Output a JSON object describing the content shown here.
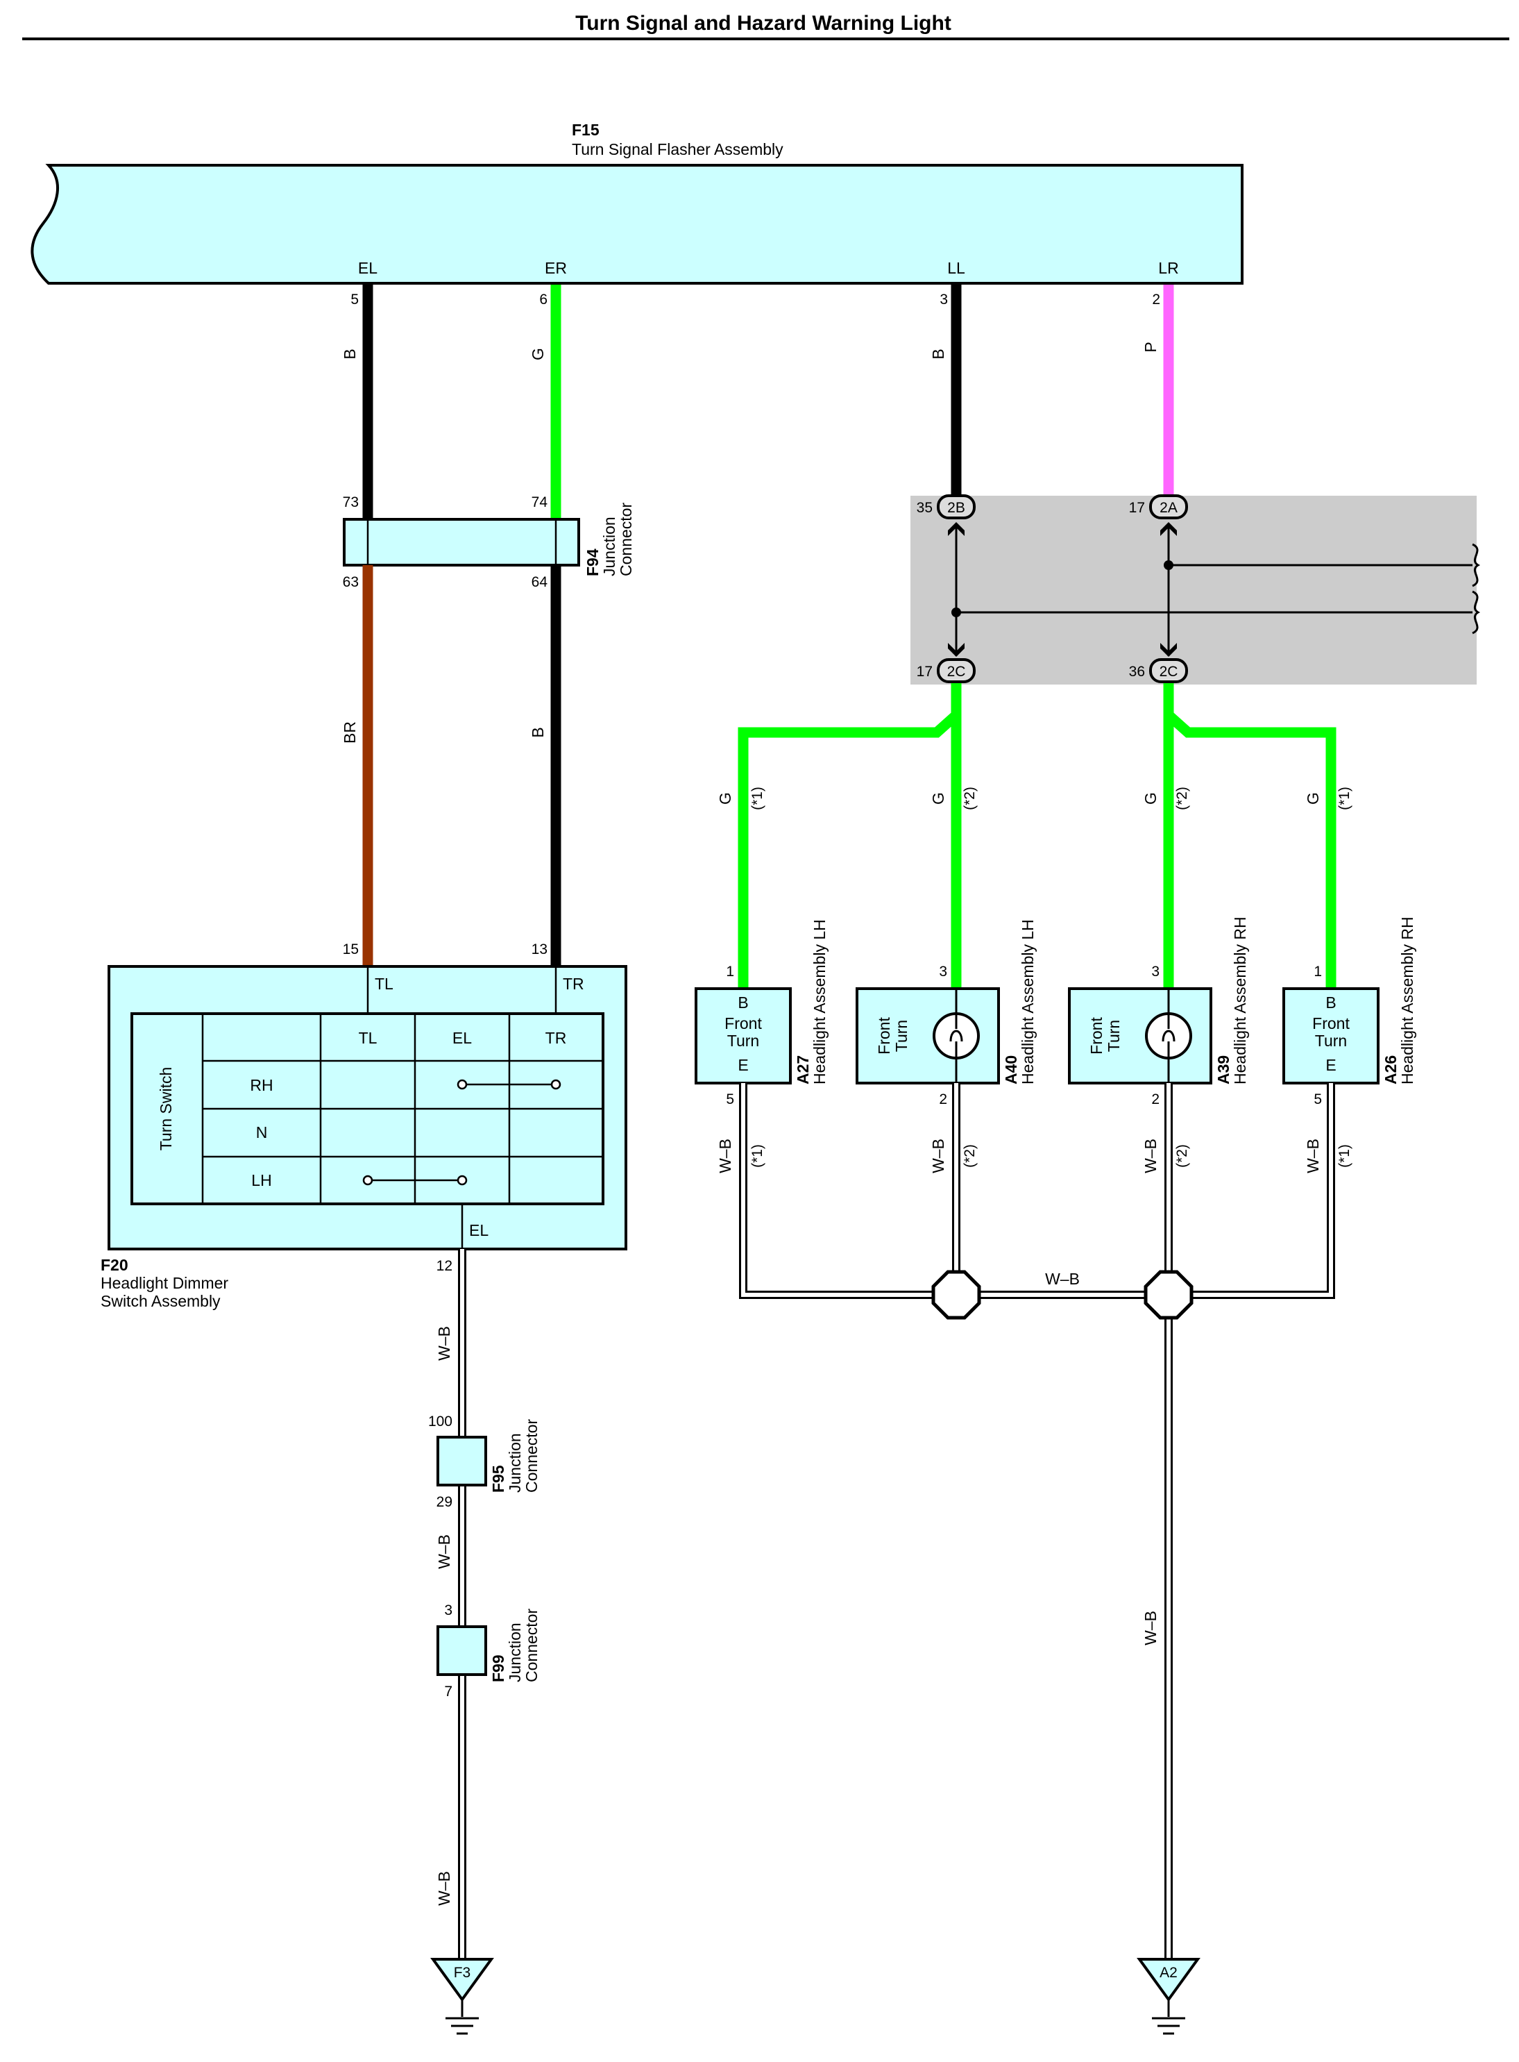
{
  "title": "Turn Signal and Hazard Warning Light",
  "colors": {
    "component_fill": "#ccffff",
    "wire_black": "#000000",
    "wire_green": "#00ff00",
    "wire_brown": "#993300",
    "wire_pink": "#ff66ff",
    "splice_box": "#cccccc",
    "ground_wire": "#ffffff"
  },
  "components": {
    "f15": {
      "code": "F15",
      "name": "Turn Signal Flasher Assembly",
      "terminals": [
        "EL",
        "ER",
        "LL",
        "LR"
      ],
      "pins": [
        "5",
        "6",
        "3",
        "2"
      ]
    },
    "f94": {
      "code": "F94",
      "name_line1": "Junction",
      "name_line2": "Connector",
      "pins_top": [
        "73",
        "74"
      ],
      "pins_bottom": [
        "63",
        "64"
      ]
    },
    "splice": {
      "pins_top": [
        "35",
        "17"
      ],
      "tags_top": [
        "2B",
        "2A"
      ],
      "pins_bottom": [
        "17",
        "36"
      ],
      "tags_bottom": [
        "2C",
        "2C"
      ]
    },
    "f20": {
      "code": "F20",
      "name_line1": "Headlight Dimmer",
      "name_line2": "Switch Assembly",
      "pins_top": [
        "15",
        "13"
      ],
      "terminals_top": [
        "TL",
        "TR"
      ],
      "switch_label": "Turn Switch",
      "table_header": [
        "TL",
        "EL",
        "TR"
      ],
      "table_rows": [
        "RH",
        "N",
        "LH"
      ],
      "terminal_bottom": "EL",
      "pin_bottom": "12"
    },
    "a27": {
      "code": "A27",
      "name": "Headlight Assembly LH",
      "line_b": "B",
      "line1": "Front",
      "line2": "Turn",
      "line_e": "E",
      "pin_top": "1",
      "pin_bottom": "5"
    },
    "a40": {
      "code": "A40",
      "name": "Headlight Assembly LH",
      "line1": "Front",
      "line2": "Turn",
      "pin_top": "3",
      "pin_bottom": "2"
    },
    "a39": {
      "code": "A39",
      "name": "Headlight Assembly RH",
      "line1": "Front",
      "line2": "Turn",
      "pin_top": "3",
      "pin_bottom": "2"
    },
    "a26": {
      "code": "A26",
      "name": "Headlight Assembly RH",
      "line_b": "B",
      "line1": "Front",
      "line2": "Turn",
      "line_e": "E",
      "pin_top": "1",
      "pin_bottom": "5"
    },
    "f95": {
      "code": "F95",
      "name_line1": "Junction",
      "name_line2": "Connector",
      "pin_top": "100",
      "pin_bottom": "29"
    },
    "f99": {
      "code": "F99",
      "name_line1": "Junction",
      "name_line2": "Connector",
      "pin_top": "3",
      "pin_bottom": "7"
    }
  },
  "grounds": [
    "F3",
    "A2"
  ],
  "wire_labels": {
    "el_top": "B",
    "er_top": "G",
    "ll_top": "B",
    "lr_top": "P",
    "tl": "BR",
    "tr": "B",
    "g": "G",
    "note1": "(*1)",
    "note2": "(*2)",
    "wb": "W–B"
  }
}
